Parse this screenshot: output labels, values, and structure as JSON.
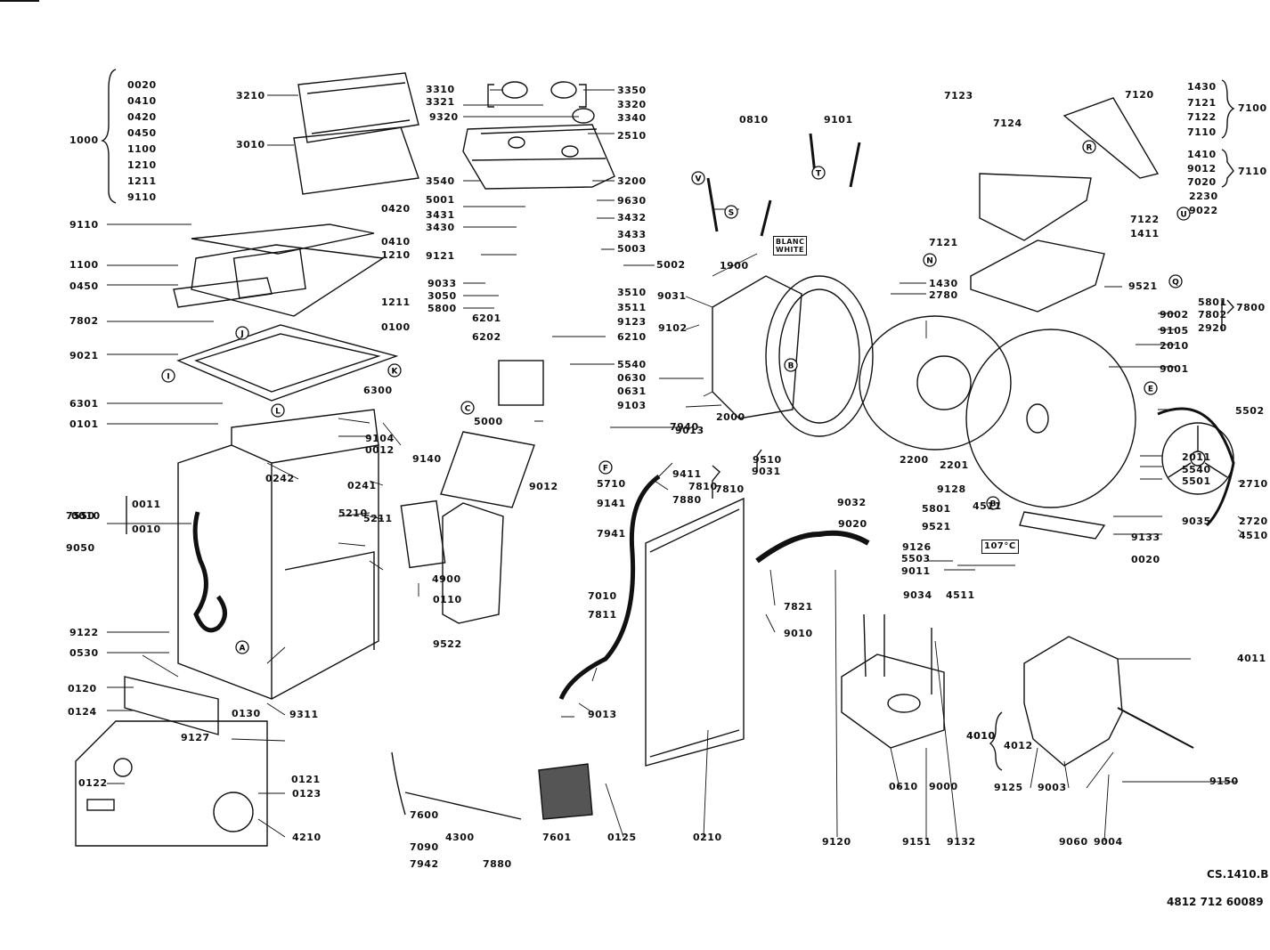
{
  "drawing": {
    "code": "CS.1410.B",
    "number": "4812 712 60089"
  },
  "groups": {
    "g1000": "1000",
    "g0010": "0010",
    "g7100": "7100",
    "g7110": "7110",
    "g7800": "7800",
    "g7810": "7810",
    "g4010": "4010"
  },
  "markers": [
    "A",
    "C",
    "E",
    "F",
    "I",
    "J",
    "K",
    "L",
    "N",
    "R",
    "S",
    "T",
    "U",
    "V",
    "B",
    "B",
    "Q"
  ],
  "temp_label": "107°C",
  "blanc_white": [
    "BLANC",
    "WHITE"
  ],
  "labels": [
    "0020",
    "0410",
    "0420",
    "0450",
    "1100",
    "1210",
    "1211",
    "9110",
    "3210",
    "3010",
    "3310",
    "3321",
    "9320",
    "3350",
    "3320",
    "3340",
    "2510",
    "3200",
    "3540",
    "5001",
    "3431",
    "3430",
    "9630",
    "3432",
    "3433",
    "5003",
    "9121",
    "5002",
    "9033",
    "3050",
    "5800",
    "6201",
    "6202",
    "3510",
    "3511",
    "9123",
    "6210",
    "5540",
    "0630",
    "0631",
    "9103",
    "5000",
    "7940",
    "0810",
    "9101",
    "1900",
    "9031",
    "9102",
    "2000",
    "7123",
    "7124",
    "7120",
    "1430",
    "7121",
    "7122",
    "7110",
    "1410",
    "9012",
    "7020",
    "2230",
    "9022",
    "1430",
    "2780",
    "9521",
    "5801",
    "7802",
    "2920",
    "9002",
    "9105",
    "2010",
    "9001",
    "5502",
    "2011",
    "5540",
    "5501",
    "9035",
    "9133",
    "2710",
    "2720",
    "4510",
    "0020",
    "9110",
    "0420",
    "0410",
    "1210",
    "1100",
    "0450",
    "1211",
    "7802",
    "0100",
    "9021",
    "6300",
    "6301",
    "0101",
    "9104",
    "0012",
    "9140",
    "0241",
    "0242",
    "0011",
    "0010",
    "7550",
    "9050",
    "5210",
    "5211",
    "4900",
    "0110",
    "9522",
    "9122",
    "0530",
    "0120",
    "0124",
    "9127",
    "0130",
    "9311",
    "0121",
    "0122",
    "0123",
    "4210",
    "9012",
    "5710",
    "9141",
    "7941",
    "7010",
    "7811",
    "9013",
    "9411",
    "7810",
    "7880",
    "7821",
    "9010",
    "9013",
    "0210",
    "0125",
    "7601",
    "7600",
    "4300",
    "7090",
    "7942",
    "7880",
    "9510",
    "9031",
    "2200",
    "2201",
    "9128",
    "9032",
    "9020",
    "5801",
    "4511",
    "9521",
    "9126",
    "5503",
    "9011",
    "9034",
    "4511",
    "9120",
    "9151",
    "9132",
    "0610",
    "9000",
    "4011",
    "4010",
    "4012",
    "9125",
    "9003",
    "9150",
    "9060",
    "9004",
    "7121",
    "7122",
    "1411"
  ]
}
